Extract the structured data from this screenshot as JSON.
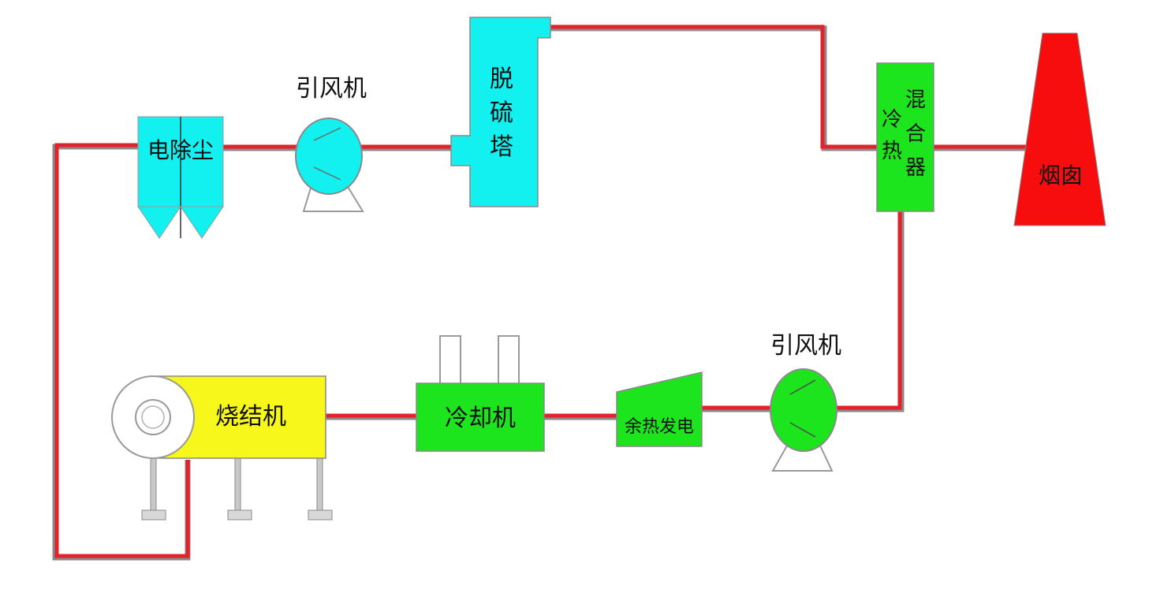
{
  "colors": {
    "pipe": "#e3232b",
    "pipe_shadow": "#8a8a8a",
    "cyan": "#12f0f0",
    "green": "#1de51d",
    "yellow": "#f7f71b",
    "red": "#f70d0d",
    "support_gray": "#c9c9c9",
    "outline": "#9a9a9a"
  },
  "labels": {
    "esp": "电除尘",
    "fan_top": "引风机",
    "desulf": [
      "脱",
      "硫",
      "塔"
    ],
    "mixer_left": [
      "冷",
      "热"
    ],
    "mixer_right": [
      "混",
      "合",
      "器"
    ],
    "chimney": "烟囱",
    "sinter": "烧结机",
    "cooler": "冷却机",
    "waste_heat": "余热发电",
    "fan_bottom": "引风机"
  }
}
